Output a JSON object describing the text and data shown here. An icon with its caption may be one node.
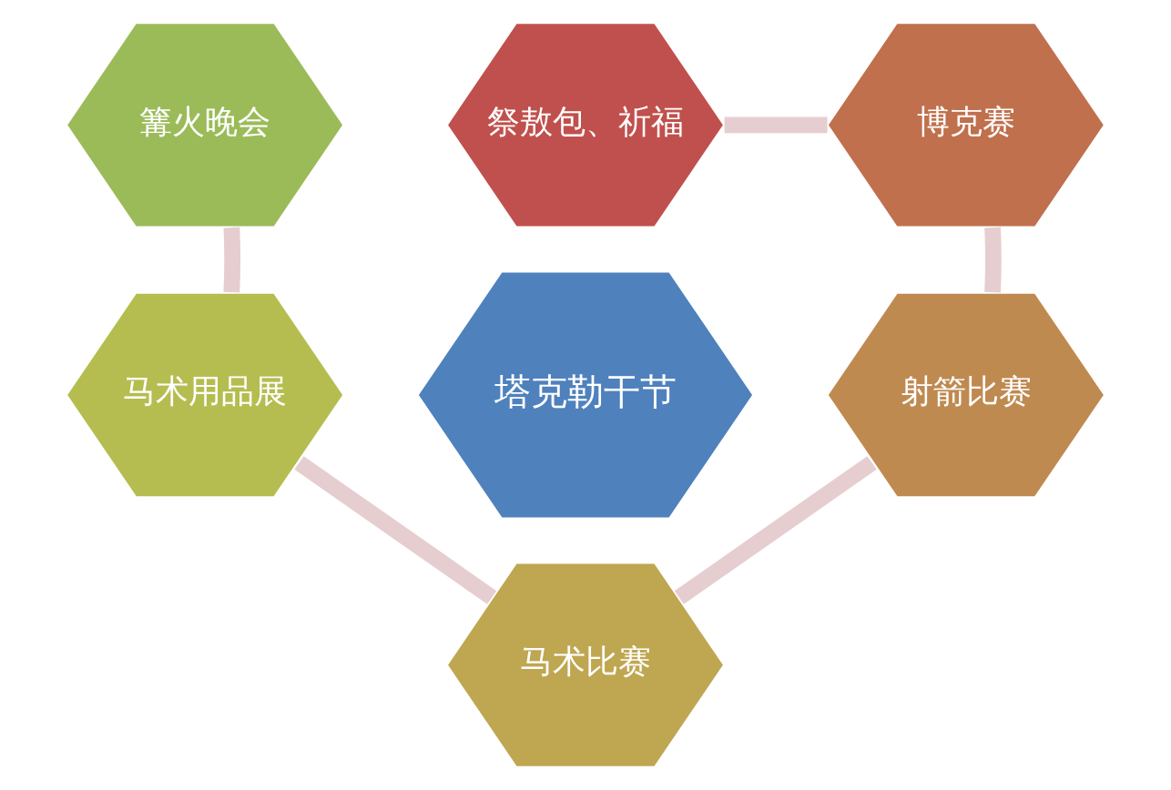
{
  "diagram": {
    "nodes": [
      {
        "text": [
          "塔克勒干节"
        ]
      },
      {
        "text": [
          "祭敖包、祈福"
        ]
      },
      {
        "text": [
          "博克赛"
        ]
      },
      {
        "text": [
          "射箭比赛"
        ]
      },
      {
        "text": [
          "马术比赛"
        ]
      },
      {
        "text": [
          "马术用品展"
        ]
      },
      {
        "text": [
          "篝火晚会"
        ]
      }
    ],
    "edges": [
      {
        "from": 1,
        "to": 2,
        "arrow": "none"
      },
      {
        "from": 2,
        "to": 3,
        "arrow": "none"
      },
      {
        "from": 3,
        "to": 4,
        "arrow": "none"
      },
      {
        "from": 4,
        "to": 5,
        "arrow": "none"
      },
      {
        "from": 5,
        "to": 6,
        "arrow": "none"
      }
    ]
  }
}
